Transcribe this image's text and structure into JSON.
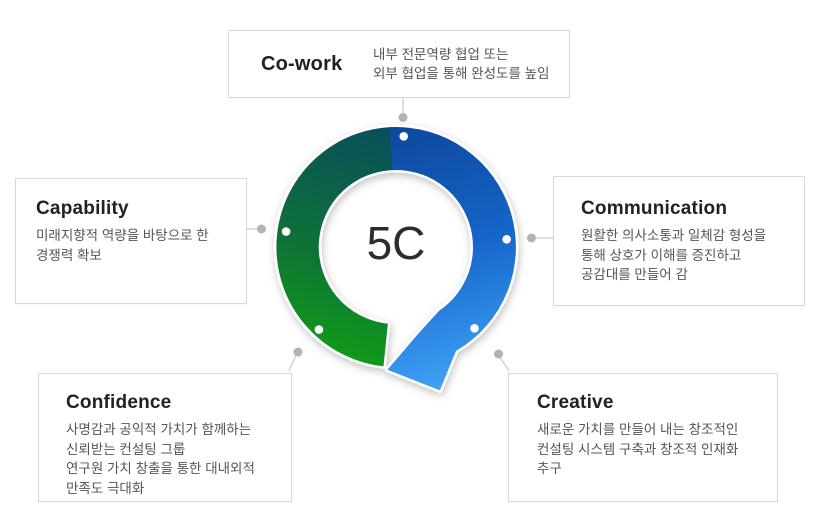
{
  "diagram": {
    "center_label": "5C",
    "boxes": {
      "cowork": {
        "title": "Co-work",
        "desc": "내부 전문역량 협업 또는\n외부 협업을 통해 완성도를 높임"
      },
      "capability": {
        "title": "Capability",
        "desc": "미래지향적 역량을 바탕으로 한\n경쟁력 확보"
      },
      "communication": {
        "title": "Communication",
        "desc": "원활한 의사소통과 일체감 형성을\n통해 상호가 이해를 증진하고\n공감대를 만들어 감"
      },
      "confidence": {
        "title": "Confidence",
        "desc": "사명감과 공익적 가치가 함께하는\n신뢰받는 컨설팅 그룹\n연구원 가치 창출을 통한 대내외적\n만족도 극대화"
      },
      "creative": {
        "title": "Creative",
        "desc": "새로운 가치를 만들어 내는 창조적인\n컨설팅 시스템 구축과 창조적 인재화\n추구"
      }
    },
    "colors": {
      "blue_dark": "#0d479c",
      "blue_mid": "#1565c8",
      "blue_light": "#3fa3f7",
      "teal_dark": "#0a4c5e",
      "green_mid": "#0d7337",
      "green_light": "#12a312",
      "box_border": "#d9d9d9",
      "title_text": "#222222",
      "body_text": "#555555",
      "connector_gray": "#b3b3b3",
      "center_text": "#2d2d2d"
    }
  }
}
